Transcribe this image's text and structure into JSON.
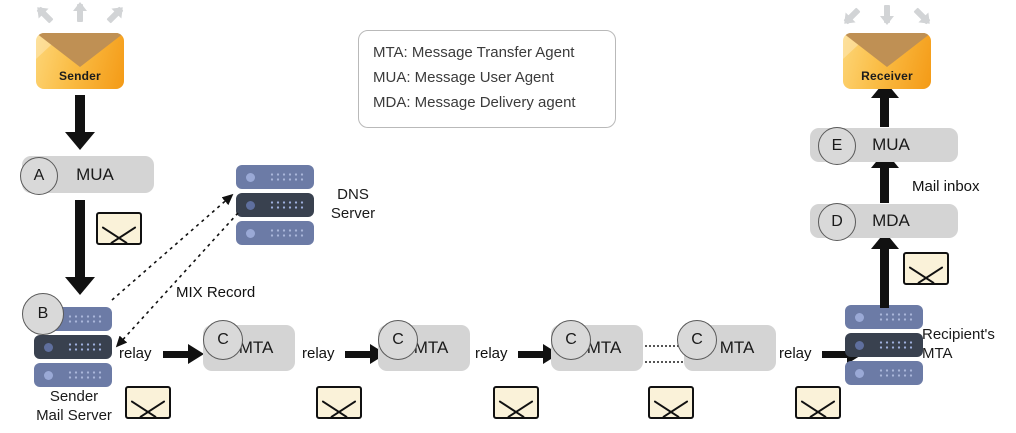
{
  "legend": {
    "lines": [
      "MTA: Message Transfer Agent",
      "MUA: Message User Agent",
      "MDA: Message Delivery agent"
    ]
  },
  "sender": {
    "envelope_label": "Sender",
    "mua": {
      "step": "A",
      "label": "MUA"
    },
    "mail_server": {
      "step": "B",
      "caption_line1": "Sender",
      "caption_line2": "Mail Server"
    }
  },
  "dns": {
    "caption_line1": "DNS",
    "caption_line2": "Server",
    "record_label": "MIX Record"
  },
  "mta_chain": [
    {
      "step": "C",
      "label": "MTA"
    },
    {
      "step": "C",
      "label": "MTA"
    },
    {
      "step": "C",
      "label": "MTA"
    },
    {
      "step": "C",
      "label": "MTA"
    }
  ],
  "relay_labels": [
    "relay",
    "relay",
    "relay",
    "relay"
  ],
  "recipient": {
    "mta_caption_line1": "Recipient's",
    "mta_caption_line2": "MTA",
    "mda": {
      "step": "D",
      "label": "MDA"
    },
    "mua": {
      "step": "E",
      "label": "MUA"
    },
    "inbox_label": "Mail inbox",
    "envelope_label": "Receiver"
  },
  "colors": {
    "box_grey": "#d4d4d4",
    "server_light": "#6c7ba6",
    "server_dark": "#39414f",
    "envelope_cream": "#faf2d9",
    "mail_orange": "#f5a623",
    "mail_flap": "#bf9054",
    "arrow_black": "#111111",
    "decor_grey": "#d2d4d6"
  }
}
